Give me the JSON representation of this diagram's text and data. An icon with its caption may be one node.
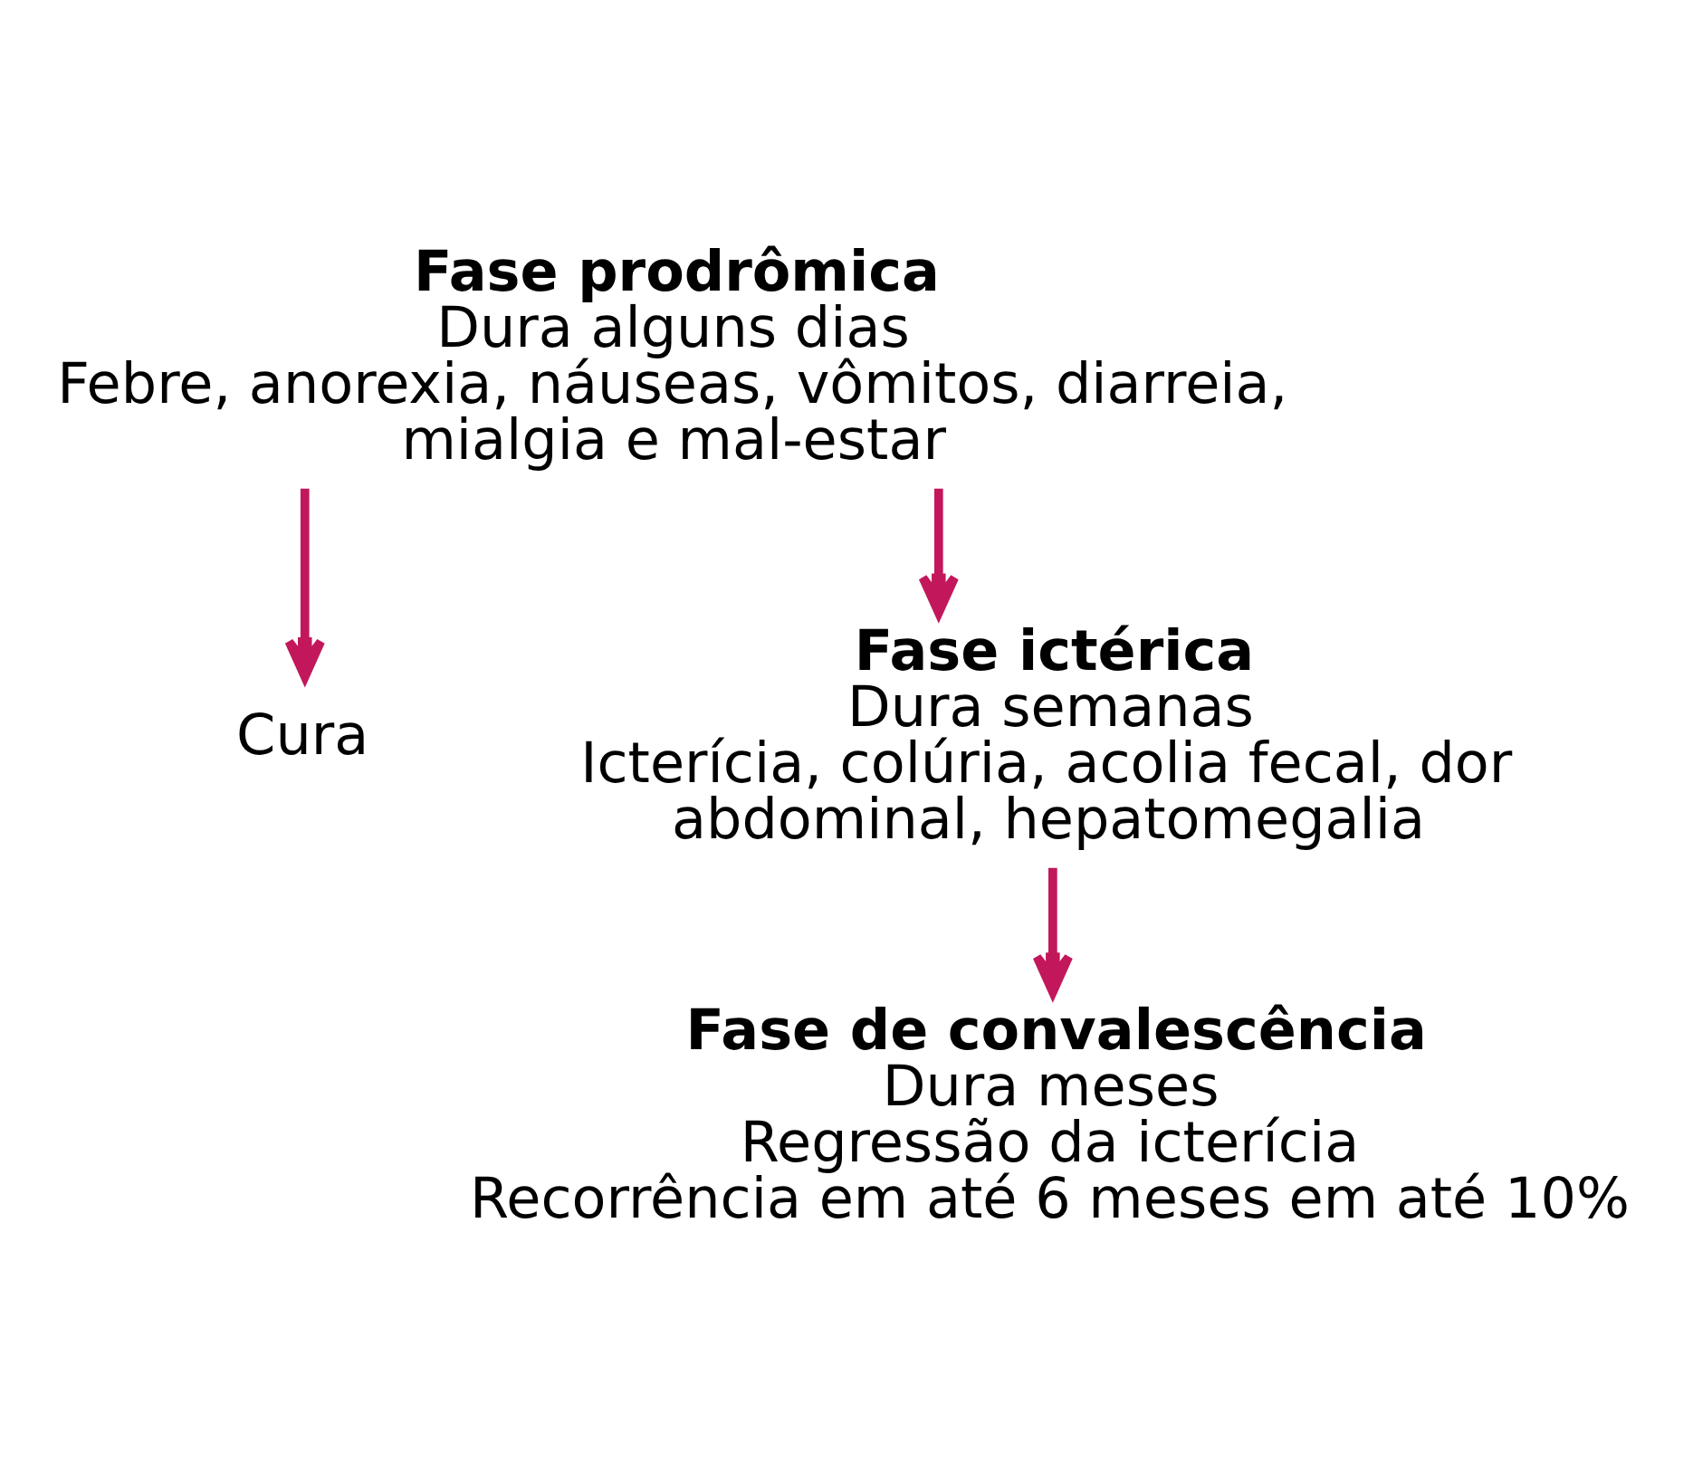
{
  "diagram": {
    "nodes": [
      {
        "text": [
          "Fase prodrômica",
          "Dura alguns dias",
          "Febre, anorexia, náuseas, vômitos, diarreia, mialgia e mal-estar"
        ]
      },
      {
        "text": [
          "Cura"
        ]
      },
      {
        "text": [
          "Fase ictérica",
          "Dura semanas",
          "Icterícia, colúria, acolia fecal, dor abdominal, hepatomegalia"
        ]
      },
      {
        "text": [
          "Fase de convalescência",
          "Dura meses",
          "Regressão da icterícia",
          "Recorrência em até 6 meses em até 10%"
        ]
      }
    ],
    "edges": [
      {
        "from": 0,
        "to": 1,
        "arrow": "to"
      },
      {
        "from": 0,
        "to": 2,
        "arrow": "to"
      },
      {
        "from": 2,
        "to": 3,
        "arrow": "to"
      }
    ]
  }
}
